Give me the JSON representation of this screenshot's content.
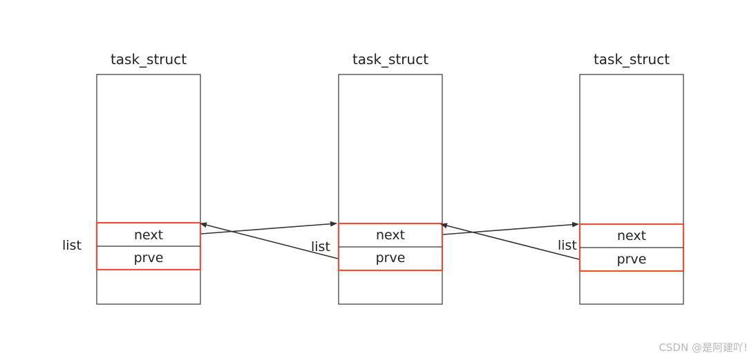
{
  "nodes": [
    {
      "title": "task_struct",
      "list_label": "list",
      "next_label": "next",
      "prev_label": "prve"
    },
    {
      "title": "task_struct",
      "list_label": "list",
      "next_label": "next",
      "prev_label": "prve"
    },
    {
      "title": "task_struct",
      "list_label": "list",
      "next_label": "next",
      "prev_label": "prve"
    }
  ],
  "edges": [
    {
      "from": "node-1-next",
      "to": "node-2-list",
      "label": ""
    },
    {
      "from": "node-2-prev",
      "to": "node-1-list",
      "label": ""
    },
    {
      "from": "node-2-next",
      "to": "node-3-list",
      "label": ""
    },
    {
      "from": "node-3-prev",
      "to": "node-2-list",
      "label": ""
    }
  ],
  "colors": {
    "box_border": "#333333",
    "list_border": "#e8503a",
    "arrow": "#333333"
  },
  "watermark": "CSDN @是阿建吖!"
}
